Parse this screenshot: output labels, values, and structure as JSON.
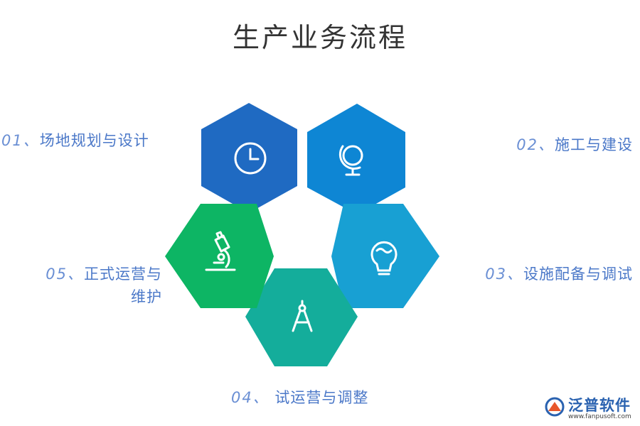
{
  "title": "生产业务流程",
  "steps": [
    {
      "num": "01、",
      "label": "场地规划与设计",
      "color": "#1f6ac2",
      "icon": "clock-icon"
    },
    {
      "num": "02、",
      "label": "施工与建设",
      "color": "#0e86d4",
      "icon": "globe-icon"
    },
    {
      "num": "03、",
      "label": "设施配备与调试",
      "color": "#18a0d3",
      "icon": "lightbulb-icon"
    },
    {
      "num": "04、",
      "label": "试运营与调整",
      "color": "#14ad9b",
      "icon": "compass-icon"
    },
    {
      "num": "05、",
      "label_line1": "正式运营与",
      "label_line2": "维护",
      "color": "#0db564",
      "icon": "microscope-icon"
    }
  ],
  "logo": {
    "name": "泛普软件",
    "url": "www.fanpusoft.com",
    "color": "#2a62b0",
    "accent": "#e8572c"
  }
}
